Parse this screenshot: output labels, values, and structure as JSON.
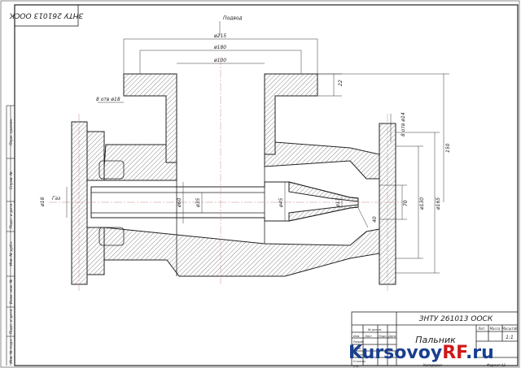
{
  "drawing": {
    "corner_stamp": "ЗНТУ 261013 ООСК",
    "feed_label": "Подвод",
    "gas_label": "Газ",
    "dims": {
      "d215": "ø215",
      "d180": "ø180",
      "d100": "ø100",
      "h22": "22",
      "holes_left": "8 отв ø18",
      "holes_right": "8 отв ø14",
      "v150": "150",
      "d18": "ø18",
      "d60": "ø60",
      "d35": "ø35",
      "d45": "ø45",
      "d13": "ø13",
      "v40": "40",
      "v70": "70",
      "d130": "ø130",
      "d165": "ø165"
    },
    "left_strip": [
      "Перв. примен.",
      "Справ. №",
      "Подп. и дата",
      "Инв. № дубл.",
      "Взам. инв. №",
      "Подп. и дата",
      "Инв. № подл."
    ]
  },
  "title_block": {
    "doc_code": "ЗНТУ 261013 ООСК",
    "name": "Пальник",
    "columns": [
      "Лит.",
      "Масса",
      "Масштаб"
    ],
    "scale": "1:1",
    "row_labels": [
      "Изм.",
      "Лист",
      "№ докум.",
      "Подп.",
      "Дата"
    ],
    "staff_labels": [
      "Разраб.",
      "Пров.",
      "Т.контр.",
      "Н.контр.",
      "Утв."
    ],
    "copied": "Копировал",
    "format": "Формат А3"
  },
  "watermark": {
    "part1": "Kursovoy",
    "part2": "RF",
    "part3": ".ru",
    "color_main": "#1a3f8f",
    "color_accent": "#d01818"
  }
}
